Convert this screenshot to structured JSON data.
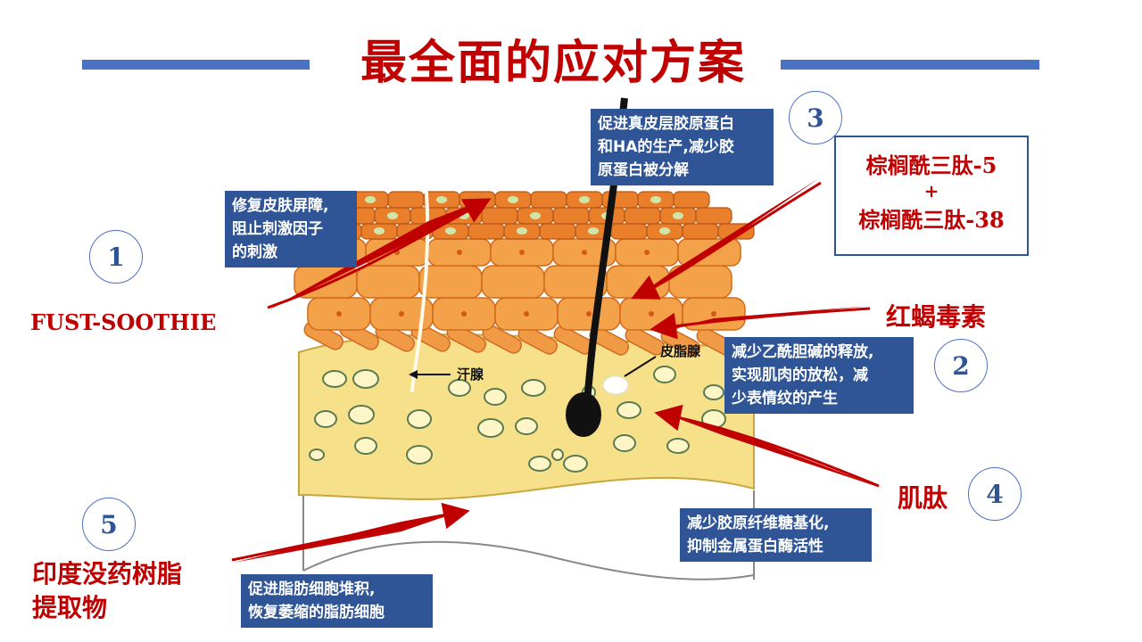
{
  "title": "最全面的应对方案",
  "numbers": {
    "n1": "1",
    "n2": "2",
    "n3": "3",
    "n4": "4",
    "n5": "5"
  },
  "ingredients": {
    "fust": "FUST-SOOTHIE",
    "scorpion": "红蝎毒素",
    "peptide_line1": "棕榈酰三肽-5",
    "peptide_plus": "+",
    "peptide_line2": "棕榈酰三肽-38",
    "muscle_peptide": "肌肽",
    "myrrh_line1": "印度没药树脂",
    "myrrh_line2": "提取物"
  },
  "boxes": {
    "barrier": [
      "修复皮肤屏障,",
      "阻止刺激因子",
      "的刺激"
    ],
    "collagen": [
      "促进真皮层胶原蛋白",
      "和HA的生产,减少胶",
      "原蛋白被分解"
    ],
    "acetylcholine": [
      "减少乙酰胆碱的释放,",
      "实现肌肉的放松，减",
      "少表情纹的产生"
    ],
    "glycation": [
      "减少胶原纤维糖基化,",
      "抑制金属蛋白酶活性"
    ],
    "fat": [
      "促进脂肪细胞堆积,",
      "恢复萎缩的脂肪细胞"
    ]
  },
  "skin_labels": {
    "sweat_gland": "汗腺",
    "sebaceous_gland": "皮脂腺"
  },
  "colors": {
    "accent_red": "#c00000",
    "box_blue": "#2f5597",
    "line_blue": "#4a72c4",
    "dermis": "#f6e08a",
    "epidermis": "#e98a2e"
  }
}
